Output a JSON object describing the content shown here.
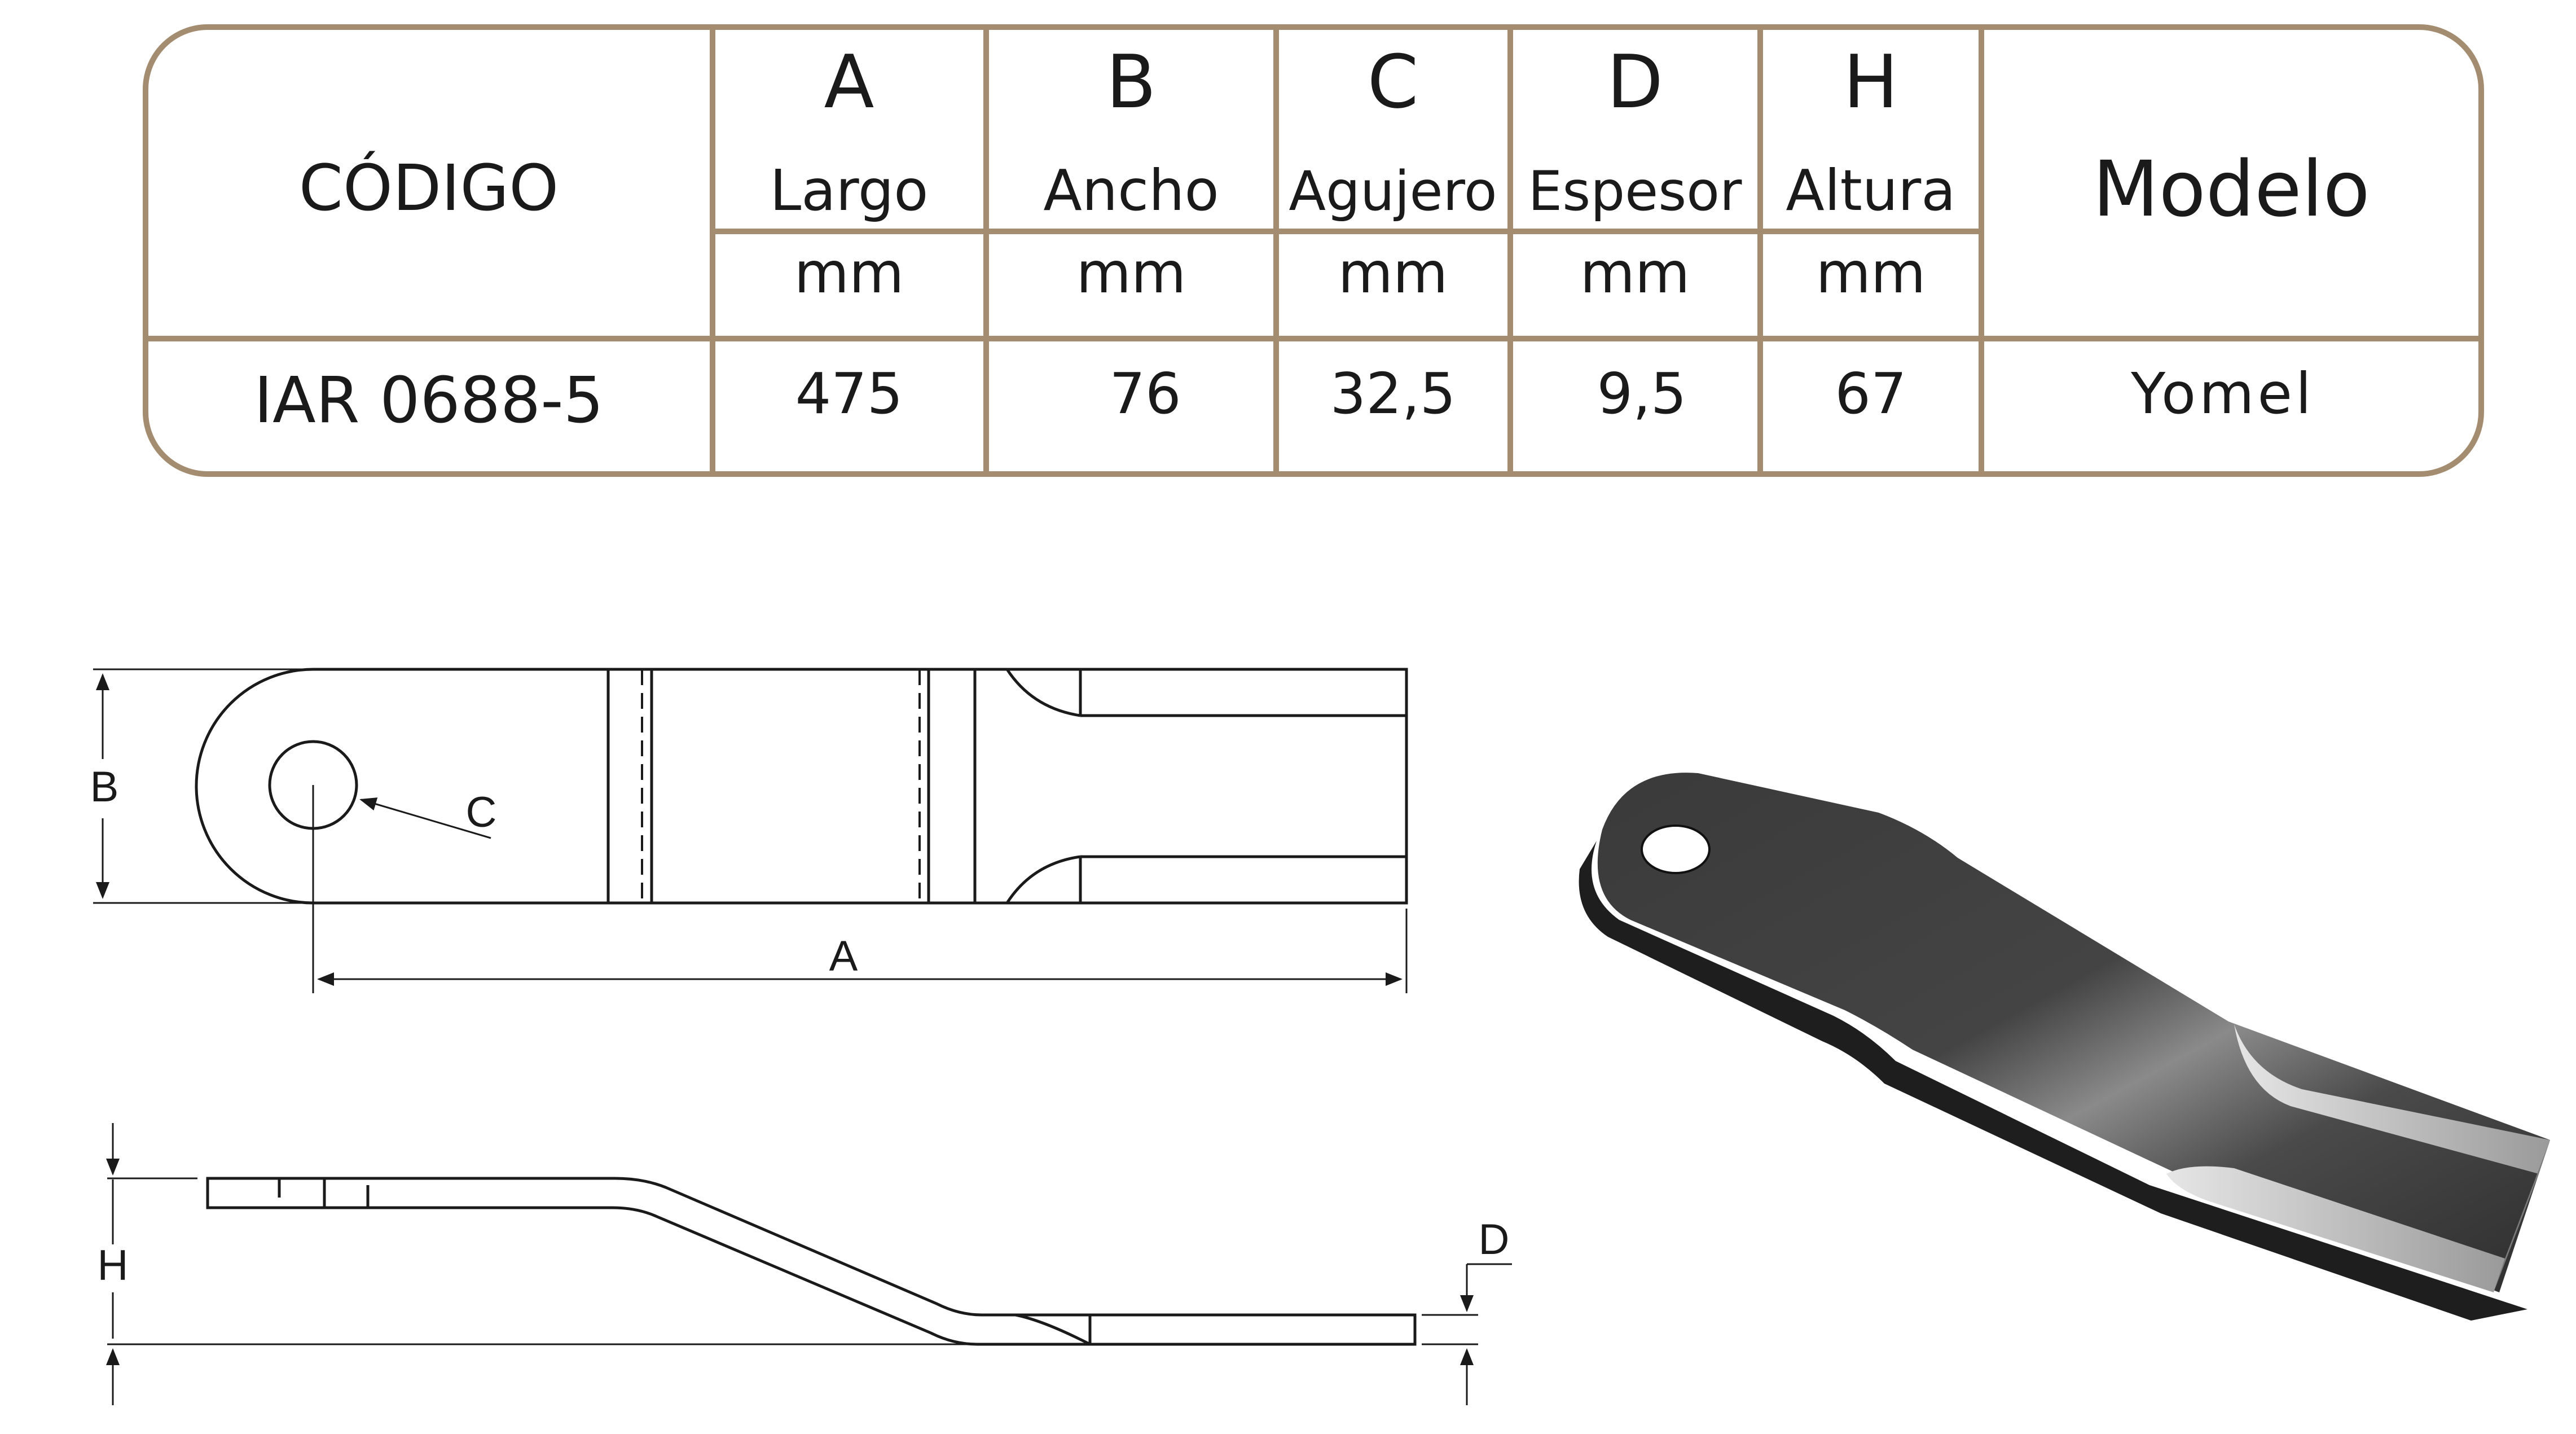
{
  "table": {
    "header": {
      "codigo": "CÓDIGO",
      "modelo": "Modelo",
      "columns": [
        {
          "letter": "A",
          "name": "Largo",
          "unit": "mm"
        },
        {
          "letter": "B",
          "name": "Ancho",
          "unit": "mm"
        },
        {
          "letter": "C",
          "name": "Agujero",
          "unit": "mm"
        },
        {
          "letter": "D",
          "name": "Espesor",
          "unit": "mm"
        },
        {
          "letter": "H",
          "name": "Altura",
          "unit": "mm"
        }
      ]
    },
    "row": {
      "codigo": "IAR 0688-5",
      "values": [
        "475",
        "76",
        "32,5",
        "9,5",
        "67"
      ],
      "modelo": "Yomel"
    }
  },
  "drawing": {
    "labels": {
      "a": "A",
      "b": "B",
      "c": "C",
      "d": "D",
      "h": "H"
    }
  },
  "colors": {
    "table_border": "#a38c70",
    "line": "#1a1a1a",
    "blade_dark": "#3d3d3d",
    "blade_light": "#cfcfcf"
  }
}
